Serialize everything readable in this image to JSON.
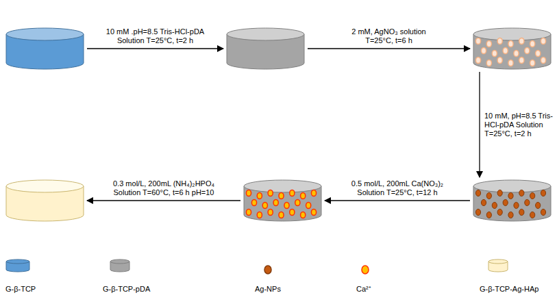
{
  "diagram": {
    "nodes": [
      {
        "text": []
      },
      {
        "text": []
      },
      {
        "text": []
      },
      {
        "text": []
      },
      {
        "text": []
      },
      {
        "text": []
      }
    ],
    "edges": [
      {
        "from": 0,
        "to": 1,
        "arrow": "to",
        "label": "10 mM .pH=8.5 Tris-HCl-pDA Solution T=25°C, t=2 h"
      },
      {
        "from": 1,
        "to": 2,
        "arrow": "to",
        "label": "2 mM, AgNO₃ solution T=25°C, t=6 h"
      },
      {
        "from": 2,
        "to": 3,
        "arrow": "to",
        "label": "10 mM, pH=8.5 Tris-HCl-pDA Solution T=25°C, t=2 h"
      },
      {
        "from": 3,
        "to": 4,
        "arrow": "to",
        "label": "0.5 mol/L, 200mL Ca(NO₃)₂ Solution T=25°C, t=12 h"
      },
      {
        "from": 4,
        "to": 5,
        "arrow": "to",
        "label": "0.3 mol/L, 200mL (NH₄)₂HPO₄ Solution T=60°C, t=6 h pH=10"
      }
    ],
    "legend": [
      {
        "text": "G-β-TCP",
        "color": "#5b9bd5"
      },
      {
        "text": "G-β-TCP-pDA",
        "color": "#a5a5a5"
      },
      {
        "text": "Ag-NPs",
        "color": "#c55a11"
      },
      {
        "text": "Ca²⁺",
        "color": "#ffc000"
      },
      {
        "text": "G-β-TCP-Ag-HAp",
        "color": "#fff2cc"
      }
    ]
  }
}
